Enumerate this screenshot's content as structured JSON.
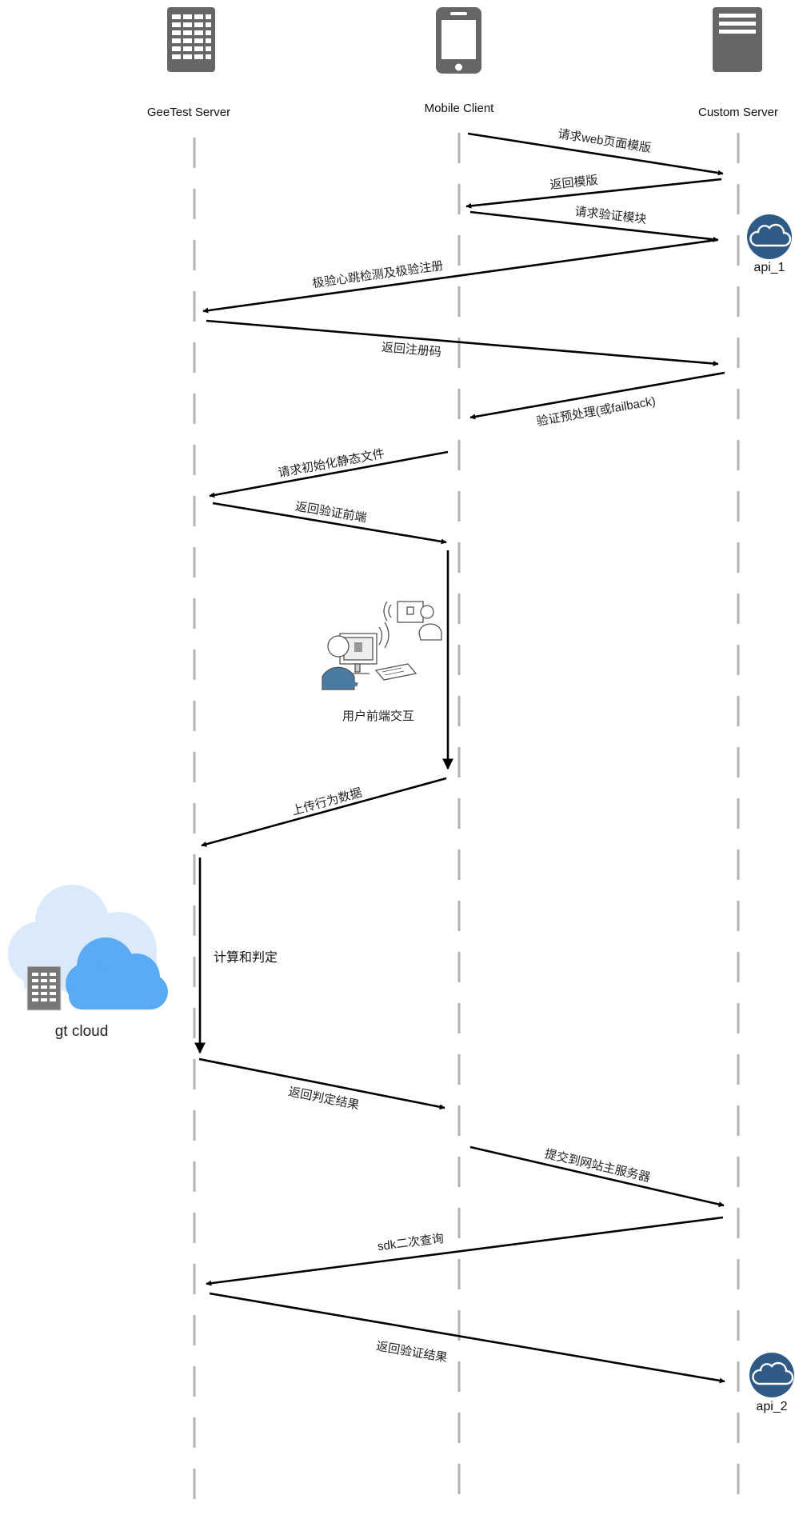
{
  "actors": {
    "geetest": {
      "label": "GeeTest Server",
      "icon": "server-rack-icon"
    },
    "mobile": {
      "label": "Mobile Client",
      "icon": "smartphone-icon"
    },
    "custom": {
      "label": "Custom Server",
      "icon": "server-tower-icon"
    }
  },
  "messages": [
    {
      "id": "m1",
      "label": "请求web页面模版"
    },
    {
      "id": "m2",
      "label": "返回模版"
    },
    {
      "id": "m3",
      "label": "请求验证模块"
    },
    {
      "id": "m4",
      "label": "极验心跳检测及极验注册"
    },
    {
      "id": "m5",
      "label": "返回注册码"
    },
    {
      "id": "m6",
      "label": "验证预处理(或failback)"
    },
    {
      "id": "m7",
      "label": "请求初始化静态文件"
    },
    {
      "id": "m8",
      "label": "返回验证前端"
    },
    {
      "id": "m9",
      "label": "上传行为数据"
    },
    {
      "id": "m10",
      "label": "返回判定结果"
    },
    {
      "id": "m11",
      "label": "提交到网站主服务器"
    },
    {
      "id": "m12",
      "label": "sdk二次查询"
    },
    {
      "id": "m13",
      "label": "返回验证结果"
    }
  ],
  "user_interaction": {
    "label": "用户前端交互",
    "icon": "user-computer-icon"
  },
  "compute": {
    "label": "计算和判定"
  },
  "gt_cloud": {
    "label": "gt cloud",
    "icon": "cloud-server-icon"
  },
  "apis": [
    {
      "label": "api_1",
      "icon": "cloud-icon",
      "color": "#2f5a85"
    },
    {
      "label": "api_2",
      "icon": "cloud-icon",
      "color": "#2f5a85"
    }
  ],
  "colors": {
    "icon_gray": "#666666",
    "lifeline": "#b3b3b3",
    "api_badge": "#2f5a85",
    "cloud_light": "#dbeafb",
    "cloud_main": "#5aaaf5",
    "user_shirt": "#4a7ba3"
  }
}
